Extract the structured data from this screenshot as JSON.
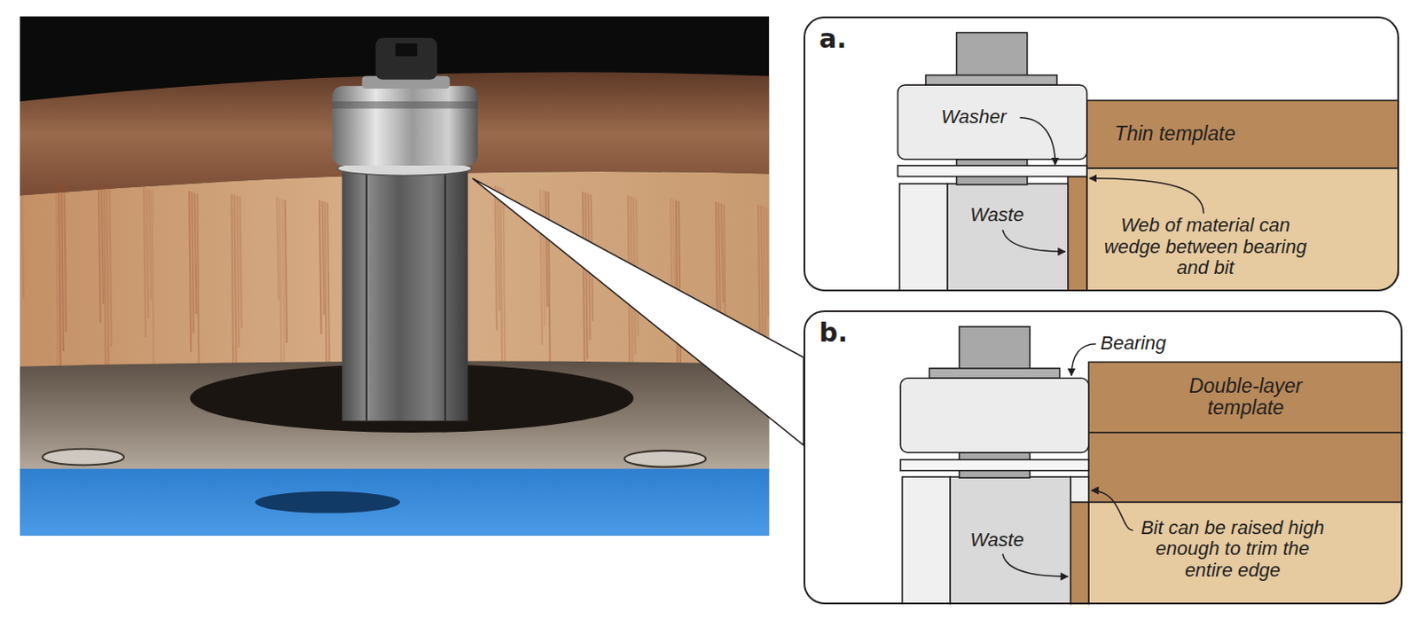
{
  "diagram": {
    "nodes": [
      {
        "text": [
          "a."
        ]
      },
      {
        "text": [
          "Thin template"
        ],
        "in": 0
      },
      {
        "text": [
          "b."
        ]
      },
      {
        "text": [
          "Double-layer template"
        ],
        "in": 2
      }
    ],
    "labels": [
      "Washer",
      "Waste",
      "Web of material can wedge between bearing and bit",
      "Bearing",
      "Waste",
      "Bit can be raised high enough to trim the entire edge"
    ]
  }
}
